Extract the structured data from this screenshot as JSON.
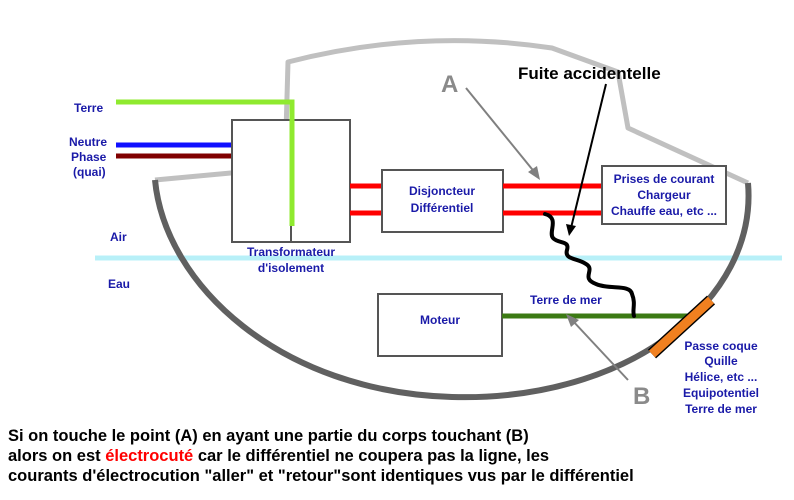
{
  "labels": {
    "terre": "Terre",
    "neutre": "Neutre",
    "phase": "Phase",
    "quai": "(quai)",
    "transfo_line1": "Transformateur",
    "transfo_line2": "d'isolement",
    "air": "Air",
    "eau": "Eau",
    "disj_line1": "Disjoncteur",
    "disj_line2": "Différentiel",
    "prises_line1": "Prises de courant",
    "prises_line2": "Chargeur",
    "prises_line3": "Chauffe eau, etc ...",
    "point_a": "A",
    "point_b": "B",
    "fuite": "Fuite accidentelle",
    "moteur": "Moteur",
    "terre_de_mer": "Terre de mer",
    "passe_line1": "Passe coque",
    "passe_line2": "Quille",
    "passe_line3": "Hélice, etc ...",
    "passe_line4": "Equipotentiel",
    "passe_line5": "Terre de mer"
  },
  "caption": {
    "line1": "Si on touche le point (A) en ayant une partie du corps touchant (B)",
    "line2_before": "alors on est ",
    "line2_highlight": "électrocuté",
    "line2_after": " car le différentiel ne coupera pas la ligne, les",
    "line3": "courants d'électrocution \"aller\" et \"retour\"sont identiques vus par le différentiel"
  },
  "colors": {
    "terre_wire": "#8fea2f",
    "neutre_wire": "#1010ff",
    "phase_wire": "#800000",
    "live_wire": "#ff0000",
    "ground_wire": "#3c7a14",
    "water_line": "#b8f0f8",
    "hull": "#606060",
    "deck": "#c0c0c0",
    "anode": "#f08020",
    "highlight_text": "#ff0000"
  }
}
